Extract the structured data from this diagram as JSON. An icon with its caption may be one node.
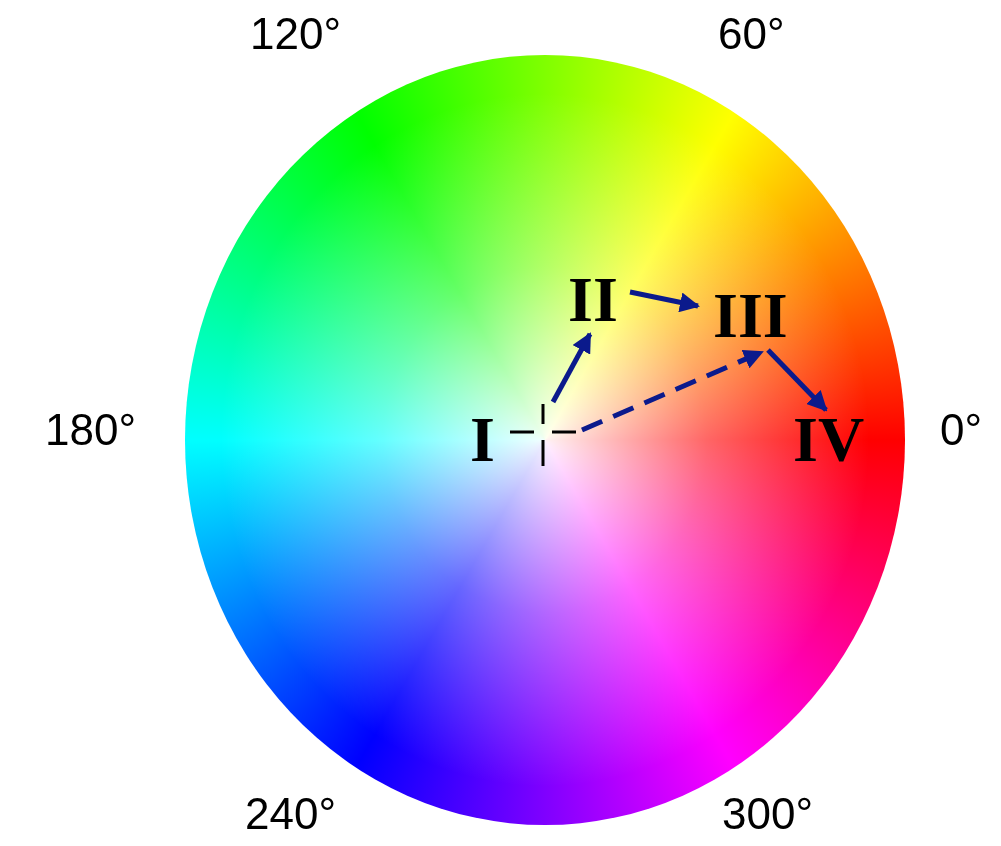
{
  "diagram": {
    "nodes": [
      {
        "text": [
          "I"
        ]
      },
      {
        "text": [
          "II"
        ]
      },
      {
        "text": [
          "III"
        ]
      },
      {
        "text": [
          "IV"
        ]
      }
    ],
    "edges": [
      {
        "from": 0,
        "to": 1,
        "arrow": "to"
      },
      {
        "from": 1,
        "to": 2,
        "arrow": "to"
      },
      {
        "from": 0,
        "to": 2,
        "arrow": "to",
        "style": "dashed"
      },
      {
        "from": 2,
        "to": 3,
        "arrow": "to"
      }
    ],
    "labels": [
      "120°",
      "60°",
      "180°",
      "0°",
      "240°",
      "300°"
    ]
  }
}
